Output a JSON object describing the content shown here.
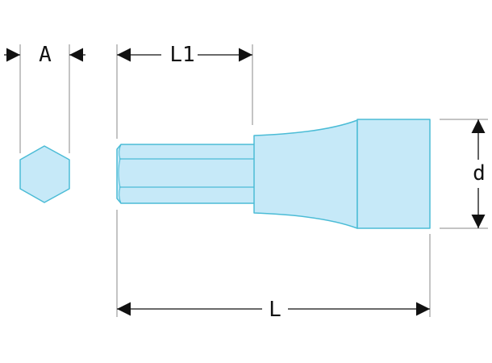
{
  "labels": {
    "A": "A",
    "L1": "L1",
    "L": "L",
    "d": "d"
  },
  "colors": {
    "part_fill": "#c6e9f8",
    "part_stroke": "#4bbcd6",
    "dimension": "#111111"
  }
}
